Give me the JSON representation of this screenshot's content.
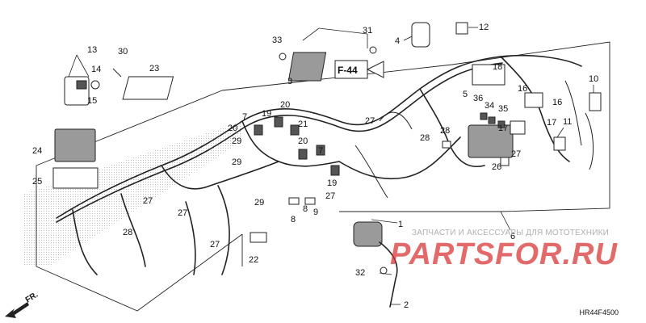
{
  "callouts": {
    "c1": "1",
    "c2": "2",
    "c3": "3",
    "c4": "4",
    "c5": "5",
    "c6": "6",
    "c7a": "7",
    "c7b": "7",
    "c8a": "8",
    "c8b": "8",
    "c9": "9",
    "c10": "10",
    "c11": "11",
    "c12": "12",
    "c13": "13",
    "c14": "14",
    "c15": "15",
    "c16a": "16",
    "c16b": "16",
    "c17a": "17",
    "c17b": "17",
    "c18": "18",
    "c19a": "19",
    "c19b": "19",
    "c20a": "20",
    "c20b": "20",
    "c20c": "20",
    "c21": "21",
    "c22": "22",
    "c23": "23",
    "c24": "24",
    "c25": "25",
    "c26": "26",
    "c27a": "27",
    "c27b": "27",
    "c27c": "27",
    "c27d": "27",
    "c27e": "27",
    "c27f": "27",
    "c28a": "28",
    "c28b": "28",
    "c28c": "28",
    "c29a": "29",
    "c29b": "29",
    "c29c": "29",
    "c30": "30",
    "c31": "31",
    "c32": "32",
    "c33": "33",
    "c34": "34",
    "c35": "35",
    "c36": "36"
  },
  "sheet_reference": "F-44",
  "front_arrow": "FR.",
  "diagram_code": "HR44F4500",
  "watermark": {
    "caption": "ЗАПЧАСТИ И АКСЕССУАРЫ ДЛЯ МОТОТЕХНИКИ",
    "logo": "PARTSFOR.RU"
  },
  "colors": {
    "ink": "#222222",
    "watermark_logo": "#d83030",
    "watermark_caption": "#b0b0b0",
    "background": "#ffffff"
  }
}
